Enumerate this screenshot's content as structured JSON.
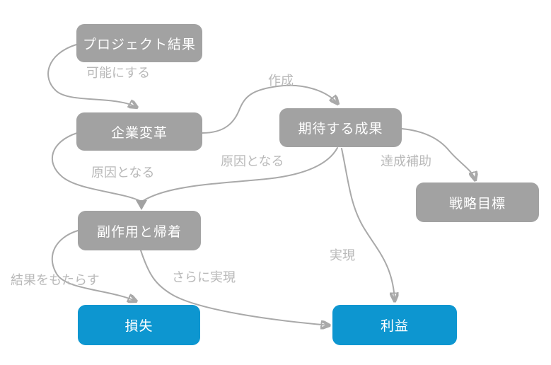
{
  "diagram": {
    "title": "benefits-realization-flow",
    "colors": {
      "node_gray": "#a2a2a2",
      "node_blue": "#0d96d0",
      "node_text": "#ffffff",
      "edge_stroke": "#a9a9a9",
      "edge_label_text": "#b9b9b9",
      "background": "#ffffff"
    },
    "nodes": [
      {
        "id": "project-result",
        "label": "プロジェクト結果",
        "style": "gray"
      },
      {
        "id": "corporate-change",
        "label": "企業変革",
        "style": "gray"
      },
      {
        "id": "expected-outcome",
        "label": "期待する成果",
        "style": "gray"
      },
      {
        "id": "strategic-goal",
        "label": "戦略目標",
        "style": "gray"
      },
      {
        "id": "side-effects",
        "label": "副作用と帰着",
        "style": "gray"
      },
      {
        "id": "loss",
        "label": "損失",
        "style": "blue"
      },
      {
        "id": "profit",
        "label": "利益",
        "style": "blue"
      }
    ],
    "edges": [
      {
        "from": "プロジェクト結果",
        "to": "企業変革",
        "label": "可能にする"
      },
      {
        "from": "企業変革",
        "to": "期待する成果",
        "label": "作成"
      },
      {
        "from": "企業変革",
        "to": "副作用と帰着",
        "label": "原因となる"
      },
      {
        "from": "期待する成果",
        "to": "副作用と帰着",
        "label": "原因となる"
      },
      {
        "from": "期待する成果",
        "to": "戦略目標",
        "label": "達成補助"
      },
      {
        "from": "期待する成果",
        "to": "利益",
        "label": "実現"
      },
      {
        "from": "副作用と帰着",
        "to": "損失",
        "label": "結果をもたらす"
      },
      {
        "from": "副作用と帰着",
        "to": "利益",
        "label": "さらに実現"
      }
    ]
  }
}
